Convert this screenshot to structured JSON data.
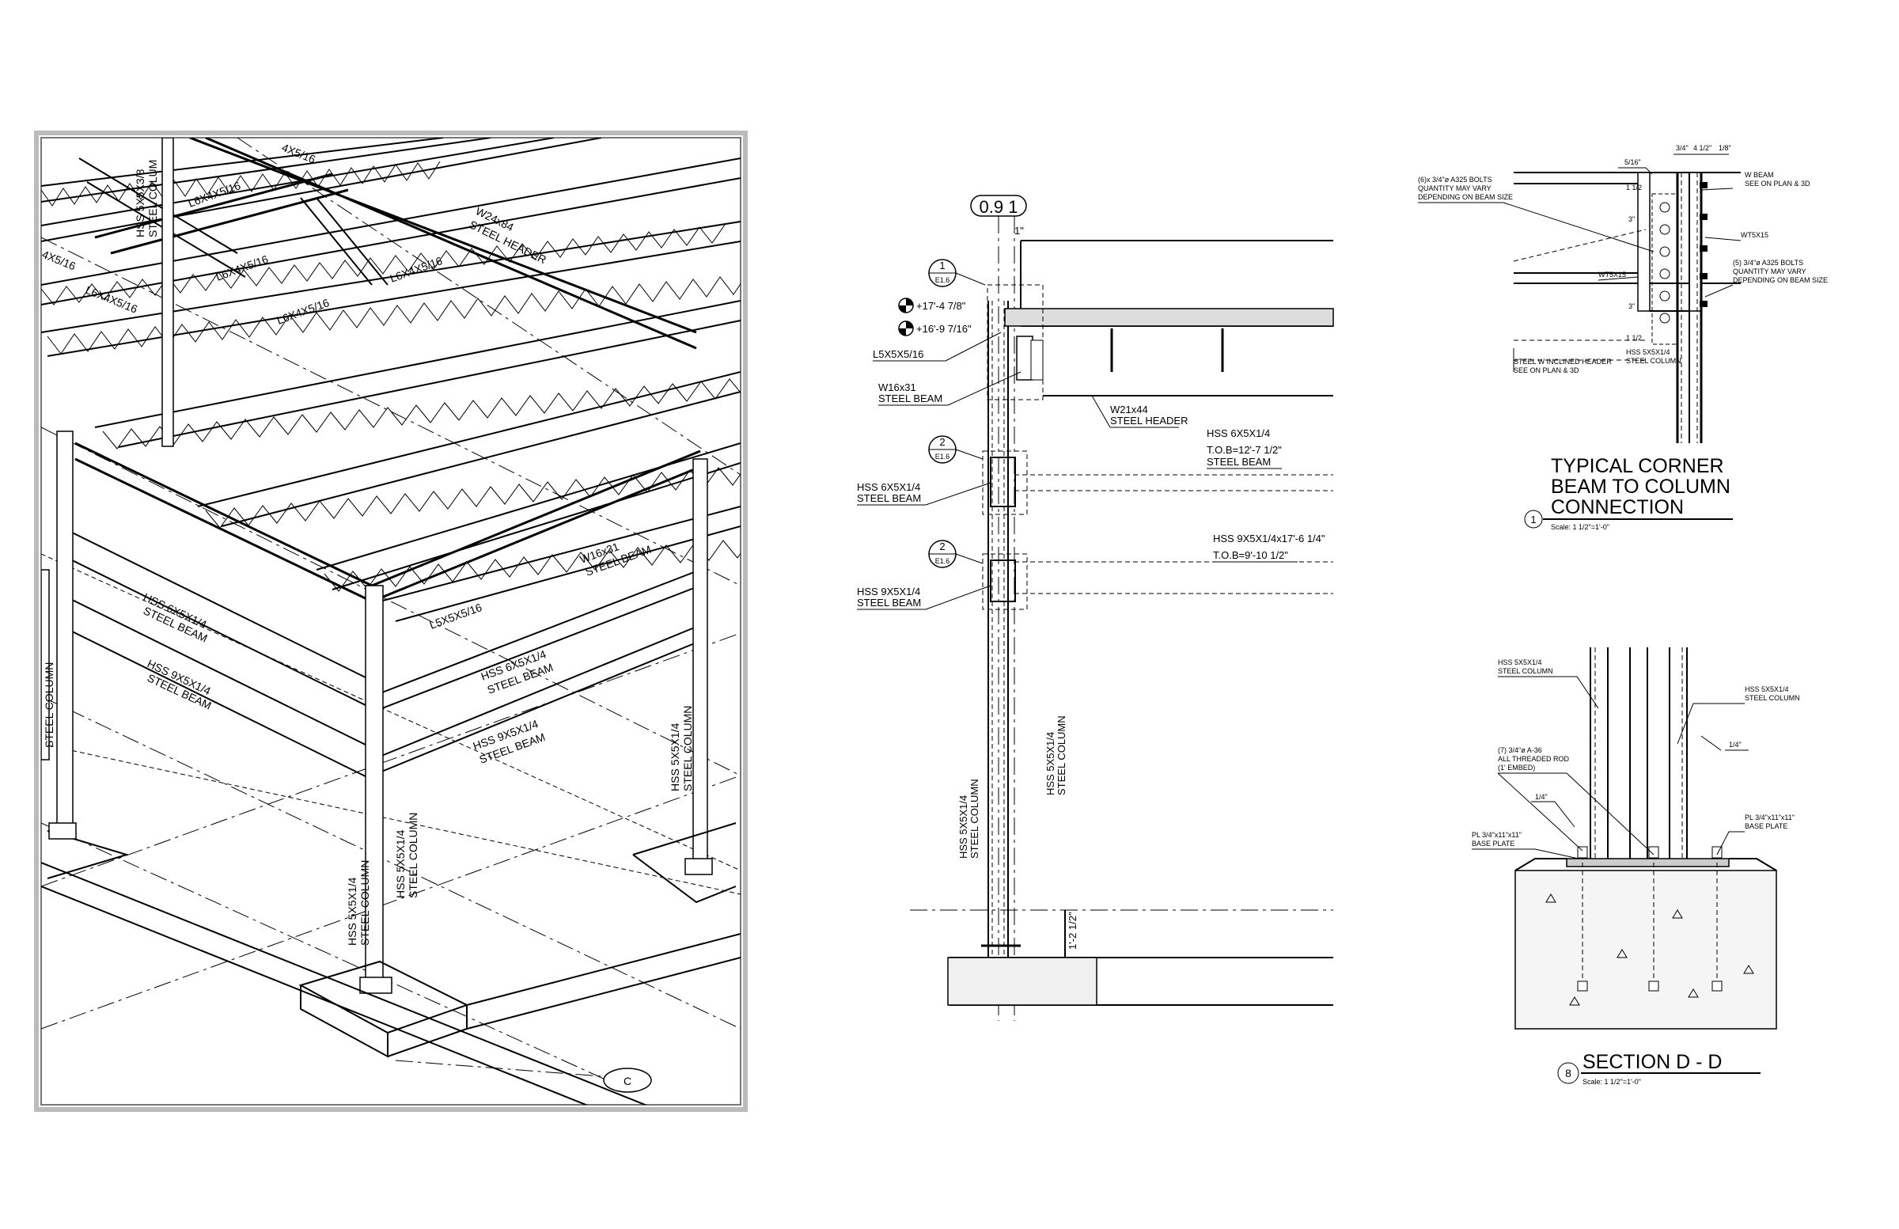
{
  "iso_view": {
    "labels": {
      "l6_a": "L6X4X5/16",
      "l6_b": "L6X4X5/16",
      "l6_c": "L6X4X5/16",
      "l6_d": "L6X4X5/16",
      "l6_e": "L6X4X5/16",
      "frag_top": "4X5/16",
      "frag_left": "4X5/16",
      "col_top_1": "HSS 5X5X3/8",
      "col_top_2": "STEEL COLUM",
      "header_1": "W24x84",
      "header_2": "STEEL HEADER",
      "w16_1": "W16x31",
      "w16_2": "STEEL BEAM",
      "l5": "L5X5X5/16",
      "hss6_l1": "HSS 6X5X1/4",
      "hss6_l2": "STEEL BEAM",
      "hss9_l1": "HSS 9X5X1/4",
      "hss9_l2": "STEEL BEAM",
      "hss6_r1": "HSS 6X5X1/4",
      "hss6_r2": "STEEL BEAM",
      "hss9_r1": "HSS 9X5X1/4",
      "hss9_r2": "STEEL BEAM",
      "col_left": "STEEL COLUMN",
      "col_a1": "HSS 5X5X1/4",
      "col_a2": "STEEL COLUMN",
      "col_b1": "HSS 5X5X1/4",
      "col_b2": "STEEL COLUMN",
      "col_c1": "HSS 5X5X1/4",
      "col_c2": "STEEL COLUMN",
      "grid_c": "C"
    }
  },
  "elevation": {
    "grid_bubble": "0.9 1",
    "offset_dim": "1\"",
    "tag1_num": "1",
    "tag1_sheet": "E1.6",
    "tag2a_num": "2",
    "tag2a_sheet": "E1.6",
    "tag2b_num": "2",
    "tag2b_sheet": "E1.6",
    "elev_high": "+17'-4 7/8\"",
    "elev_low": "+16'-9 7/16\"",
    "l5": "L5X5X5/16",
    "w16_1": "W16x31",
    "w16_2": "STEEL BEAM",
    "w21_1": "W21x44",
    "w21_2": "STEEL HEADER",
    "hss6_top": "HSS 6X5X1/4",
    "tob1": "T.O.B=12'-7 1/2\"",
    "tob1_beam": "STEEL BEAM",
    "hss6_left_1": "HSS 6X5X1/4",
    "hss6_left_2": "STEEL BEAM",
    "hss9_top": "HSS 9X5X1/4x17'-6 1/4\"",
    "tob2": "T.O.B=9'-10 1/2\"",
    "hss9_left_1": "HSS 9X5X1/4",
    "hss9_left_2": "STEEL BEAM",
    "col_left_1": "HSS 5X5X1/4",
    "col_left_2": "STEEL COLUMN",
    "col_right_1": "HSS 5X5X1/4",
    "col_right_2": "STEEL COLUMN",
    "embed_dim": "1'-2 1/2\""
  },
  "corner_detail": {
    "title_1": "TYPICAL CORNER",
    "title_2": "BEAM TO COLUMN",
    "title_3": "CONNECTION",
    "number": "1",
    "scale": "Scale: 1 1/2\"=1'-0\"",
    "dim_a": "3/4\"",
    "dim_b": "4 1/2\"",
    "dim_c": "1/8\"",
    "weld": "5/16\"",
    "bolts6_1": "(6)x 3/4\"ø A325 BOLTS",
    "bolts6_2": "QUANTITY MAY VARY",
    "bolts6_3": "DEPENDING ON BEAM SIZE",
    "wbeam_1": "W BEAM",
    "wbeam_2": "SEE ON PLAN & 3D",
    "wt_right": "WT5X15",
    "bolts5_1": "(5) 3/4\"ø A325 BOLTS",
    "bolts5_2": "QUANTITY MAY VARY",
    "bolts5_3": "DEPENDING ON BEAM SIZE",
    "wt_left": "WT5X15",
    "sp_top": "1 1/2",
    "sp_1": "3\"",
    "sp_2": "3\"",
    "sp_bot": "1 1/2",
    "hss_1": "HSS 5X5X1/4",
    "hss_2": "STEEL COLUMN",
    "incl_1": "STEEL W INCLINED HEADER",
    "incl_2": "SEE ON PLAN & 3D"
  },
  "section_dd": {
    "title": "SECTION D - D",
    "number": "8",
    "scale": "Scale: 1 1/2\"=1'-0\"",
    "hss_left_1": "HSS 5X5X1/4",
    "hss_left_2": "STEEL COLUMN",
    "hss_right_1": "HSS 5X5X1/4",
    "hss_right_2": "STEEL COLUMN",
    "rod_1": "(7) 3/4\"ø A-36",
    "rod_2": "ALL THREADED ROD",
    "rod_3": "(1' EMBED)",
    "weld_left": "1/4\"",
    "weld_right": "1/4\"",
    "pl_left_1": "PL 3/4\"x11\"x11\"",
    "pl_left_2": "BASE PLATE",
    "pl_right_1": "PL 3/4\"x11\"x11\"",
    "pl_right_2": "BASE PLATE"
  }
}
